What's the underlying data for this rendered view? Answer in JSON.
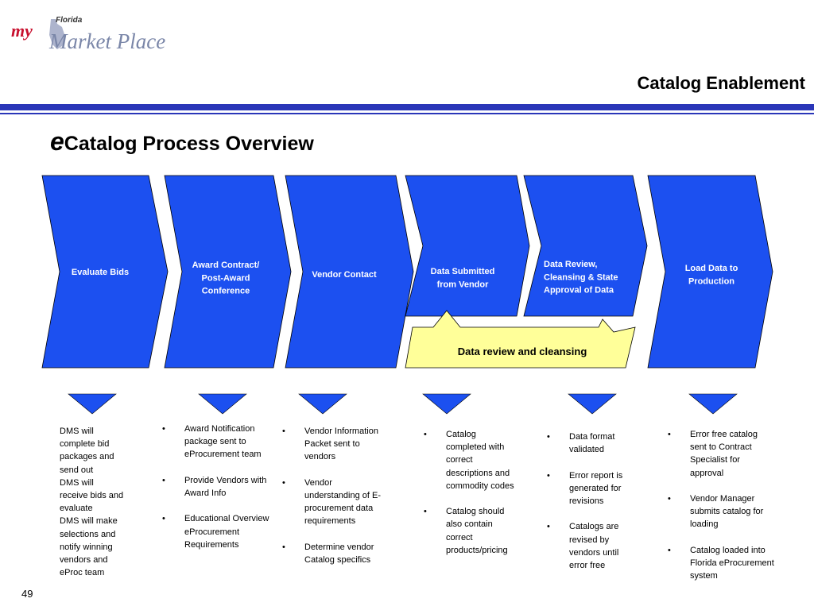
{
  "header": {
    "logo_text": "myFlorida Market Place",
    "title": "Catalog Enablement"
  },
  "page": {
    "title_e": "e",
    "title_rest": "Catalog Process Overview",
    "number": "49"
  },
  "colors": {
    "chevron_blue": "#1c50f0",
    "callout_yellow": "#ffff99",
    "rule_blue": "#2a36b8"
  },
  "steps": [
    {
      "label_lines": [
        "Evaluate Bids"
      ],
      "bullets": [
        "DMS will",
        "complete bid",
        "packages and",
        "send out",
        "DMS will",
        "receive bids and",
        "evaluate",
        "DMS will make",
        "selections and",
        "notify winning",
        "vendors and",
        "eProc team"
      ]
    },
    {
      "label_lines": [
        "Award Contract/",
        "Post-Award",
        "Conference"
      ],
      "bullets": [
        "Award Notification package sent to eProcurement team",
        "Provide Vendors with Award Info",
        "Educational Overview eProcurement Requirements"
      ]
    },
    {
      "label_lines": [
        "Vendor Contact"
      ],
      "bullets": [
        "Vendor Information Packet sent to vendors",
        "Vendor understanding of E-procurement data requirements",
        "Determine vendor Catalog specifics"
      ]
    },
    {
      "label_lines": [
        "Data Submitted",
        "from Vendor"
      ],
      "bullets": [
        "Catalog completed with correct descriptions and commodity codes",
        "Catalog should also contain correct products/pricing"
      ]
    },
    {
      "label_lines": [
        "Data Review,",
        "Cleansing & State",
        "Approval of Data"
      ],
      "bullets": [
        "Data format validated",
        "Error report is generated for revisions",
        "Catalogs are revised by vendors until error free"
      ]
    },
    {
      "label_lines": [
        "Load Data to",
        "Production"
      ],
      "bullets": [
        "Error free catalog sent to Contract Specialist for approval",
        "Vendor Manager submits catalog for loading",
        "Catalog loaded into Florida eProcurement system"
      ]
    }
  ],
  "callout": {
    "label": "Data review and cleansing"
  }
}
